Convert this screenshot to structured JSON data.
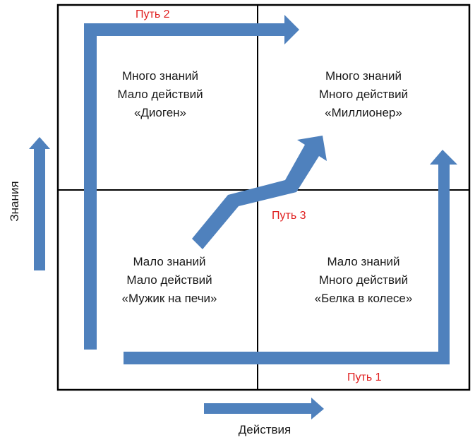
{
  "colors": {
    "arrow": "#4f81bd",
    "path_label": "#e02020",
    "grid": "#000000"
  },
  "axes": {
    "y_label": "Знания",
    "x_label": "Действия"
  },
  "quadrants": {
    "top_left": {
      "lines": [
        "Много знаний",
        "Мало действий",
        "«Диоген»"
      ]
    },
    "top_right": {
      "lines": [
        "Много знаний",
        "Много действий",
        "«Миллионер»"
      ]
    },
    "bottom_left": {
      "lines": [
        "Мало знаний",
        "Мало действий",
        "«Мужик на печи»"
      ]
    },
    "bottom_right": {
      "lines": [
        "Мало знаний",
        "Много действий",
        "«Белка в колесе»"
      ]
    }
  },
  "paths": {
    "path1": "Путь 1",
    "path2": "Путь 2",
    "path3": "Путь 3"
  }
}
